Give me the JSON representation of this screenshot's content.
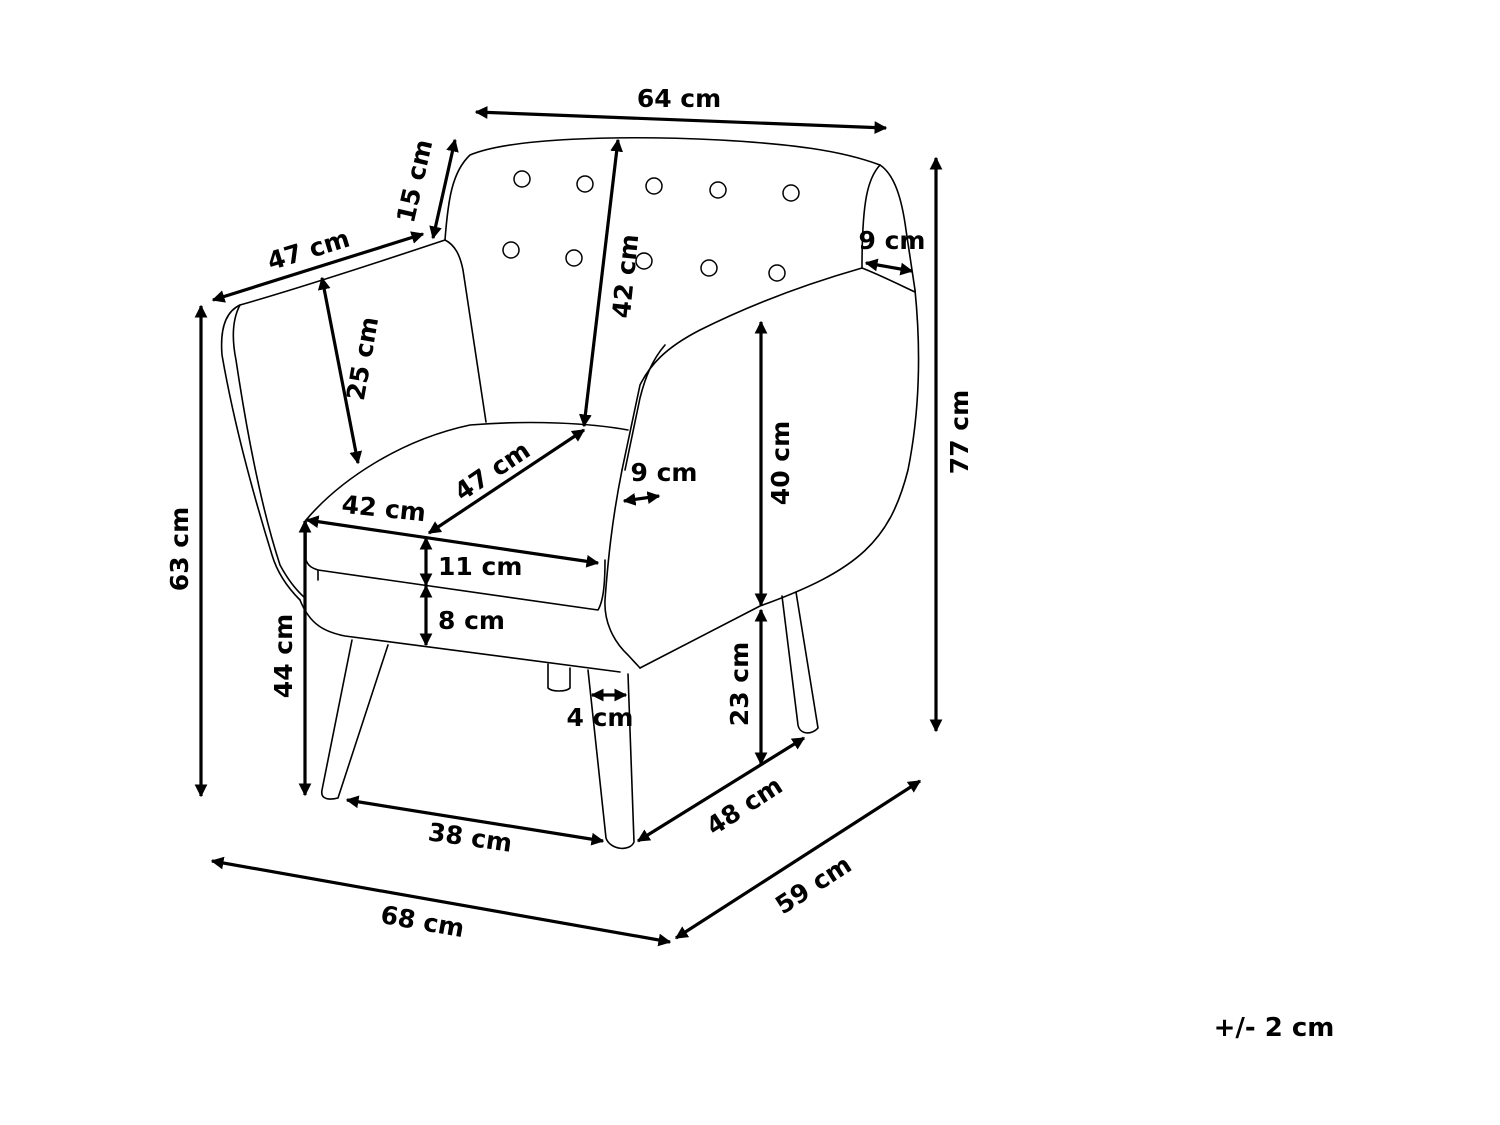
{
  "diagram": {
    "dimensions": {
      "backrest_width": "64 cm",
      "backrest_height": "42 cm",
      "side_back_height": "15 cm",
      "side_top_depth": "47 cm",
      "armrest_back_width": "9 cm",
      "total_height": "77 cm",
      "arm_back_height": "25 cm",
      "seat_depth": "47 cm",
      "armrest_front_width": "9 cm",
      "arm_height_above_seat": "40 cm",
      "seat_width": "42 cm",
      "cushion_thickness": "11 cm",
      "frame_thickness": "8 cm",
      "arm_height": "63 cm",
      "seat_height": "44 cm",
      "leg_width": "4 cm",
      "leg_height": "23 cm",
      "leg_span_front": "38 cm",
      "leg_span_side": "48 cm",
      "overall_width": "68 cm",
      "overall_depth": "59 cm"
    },
    "tolerance": "+/- 2 cm",
    "colors": {
      "line": "#000000",
      "background": "#ffffff"
    }
  }
}
